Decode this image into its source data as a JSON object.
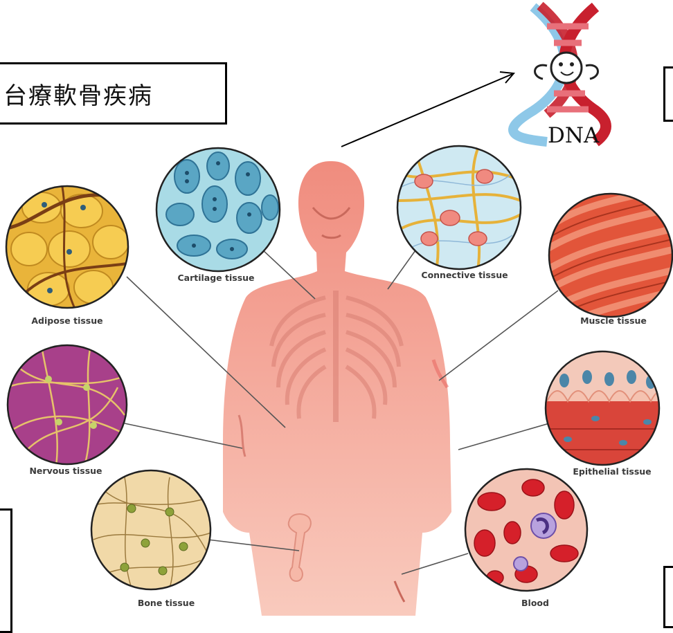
{
  "caption": "台療軟骨疾病",
  "dna_label": "DNA",
  "tissues": {
    "adipose": "Adipose tissue",
    "cartilage": "Cartilage tissue",
    "connective": "Connective tissue",
    "muscle": "Muscle tissue",
    "nervous": "Nervous tissue",
    "epithelial": "Epithelial tissue",
    "bone": "Bone tissue",
    "blood": "Blood"
  },
  "colors": {
    "body": "#f4a89a",
    "adipose": "#e9b43a",
    "cartilage": "#a9dbe6",
    "connective": "#cfe9f2",
    "muscle": "#e2553a",
    "nervous": "#a8408a",
    "epithelial": "#e06a54",
    "bone": "#f1d9a8",
    "blood": "#f3c4b5",
    "dna_red": "#c8202e",
    "dna_blue": "#8ec8e8"
  }
}
